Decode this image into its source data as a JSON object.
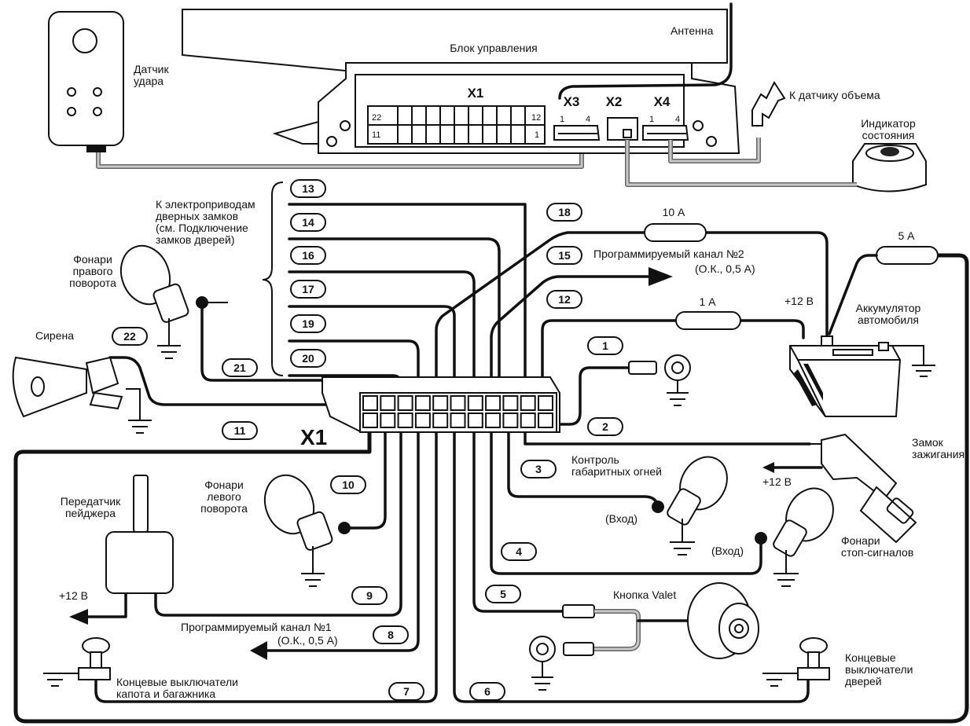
{
  "labels": {
    "sensor_shock": "Датчик\nудара",
    "control_unit": "Блок управления",
    "antenna": "Антенна",
    "to_volume_sensor": "К датчику объема",
    "indicator": "Индикатор\nсостояния",
    "door_lock_drives": "К электроприводам\nдверных замков\n(см. Подключение\nзамков дверей)",
    "right_turn": "Фонари\nправого\nповорота",
    "siren": "Сирена",
    "prog_channel_2": "Программируемый канал №2",
    "prog_channel_2_spec": "(О.К., 0,5 А)",
    "fuse_10a": "10 А",
    "fuse_5a": "5 А",
    "fuse_1a": "1 А",
    "plus12_battery": "+12 В",
    "battery": "Аккумулятор\nавтомобиля",
    "ignition": "Замок\nзажигания",
    "plus12_ignition": "+12 В",
    "parking_lights": "Контроль\nгабаритных огней",
    "input_1": "(Вход)",
    "input_2": "(Вход)",
    "stop_lights": "Фонари\nстоп-сигналов",
    "valet": "Кнопка Valet",
    "door_switches": "Концевые\nвыключатели\nдверей",
    "pager": "Передатчик\nпейджера",
    "left_turn": "Фонари\nлевого\nповорота",
    "plus12_pager": "+12 В",
    "prog_channel_1": "Программируемый канал №1",
    "prog_channel_1_spec": "(О.К., 0,5 А)",
    "hood_trunk": "Концевые выключатели\nкапота и багажника",
    "x1_big": "X1"
  },
  "connectors": {
    "x1": "X1",
    "x2": "X2",
    "x3": "X3",
    "x4": "X4",
    "pin_1": "1",
    "pin_4": "4",
    "pin_11": "11",
    "pin_12": "12",
    "pin_22": "22"
  },
  "wire_numbers": [
    "1",
    "2",
    "3",
    "4",
    "5",
    "6",
    "7",
    "8",
    "9",
    "10",
    "11",
    "12",
    "13",
    "14",
    "15",
    "16",
    "17",
    "18",
    "19",
    "20",
    "21",
    "22"
  ]
}
